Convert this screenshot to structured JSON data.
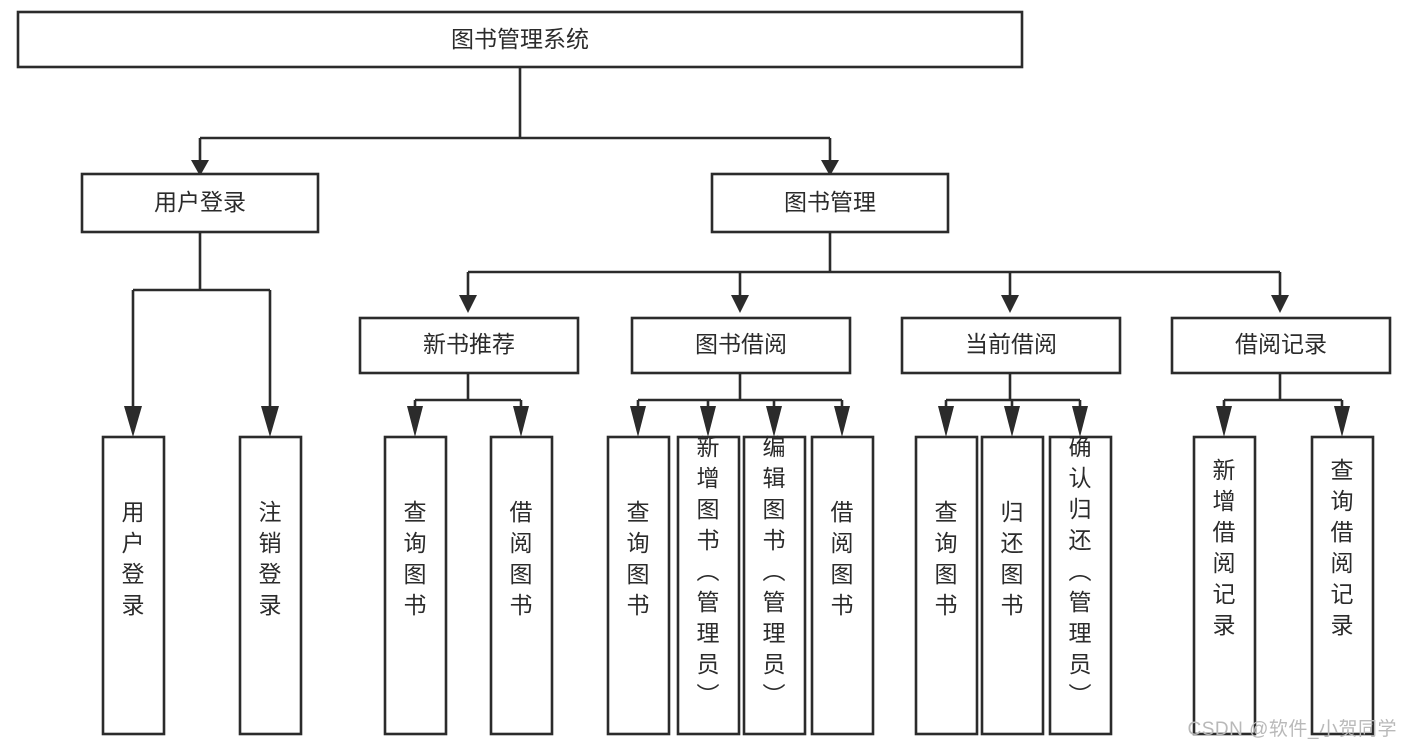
{
  "diagram": {
    "title": "图书管理系统",
    "type": "tree-hierarchy-chart",
    "watermark": "CSDN @软件_小贺同学",
    "colors": {
      "stroke": "#2b2b2b",
      "fill": "#ffffff",
      "background": "#ffffff",
      "watermark": "#b9b9b9"
    },
    "levels": {
      "root": "图书管理系统",
      "level2": [
        "用户登录",
        "图书管理"
      ],
      "level3": [
        "新书推荐",
        "图书借阅",
        "当前借阅",
        "借阅记录"
      ]
    },
    "nodes": {
      "root": {
        "label": "图书管理系统"
      },
      "user_login": {
        "label": "用户登录"
      },
      "book_manage": {
        "label": "图书管理"
      },
      "new_book_rec": {
        "label": "新书推荐"
      },
      "book_borrow": {
        "label": "图书借阅"
      },
      "current_borrow": {
        "label": "当前借阅"
      },
      "borrow_record": {
        "label": "借阅记录"
      },
      "leaf_user_login": {
        "label": "用户登录"
      },
      "leaf_logout": {
        "label": "注销登录"
      },
      "leaf_query_book_1": {
        "label": "查询图书"
      },
      "leaf_borrow_book_1": {
        "label": "借阅图书"
      },
      "leaf_query_book_2": {
        "label": "查询图书"
      },
      "leaf_add_book_admin": {
        "label": "新增图书（管理员）"
      },
      "leaf_edit_book_admin": {
        "label": "编辑图书（管理员）"
      },
      "leaf_borrow_book_2": {
        "label": "借阅图书"
      },
      "leaf_query_book_3": {
        "label": "查询图书"
      },
      "leaf_return_book": {
        "label": "归还图书"
      },
      "leaf_confirm_return_admin": {
        "label": "确认归还（管理员）"
      },
      "leaf_add_record": {
        "label": "新增借阅记录"
      },
      "leaf_query_record": {
        "label": "查询借阅记录"
      }
    },
    "edges": [
      {
        "from": "root",
        "to": "user_login"
      },
      {
        "from": "root",
        "to": "book_manage"
      },
      {
        "from": "user_login",
        "to": "leaf_user_login"
      },
      {
        "from": "user_login",
        "to": "leaf_logout"
      },
      {
        "from": "book_manage",
        "to": "new_book_rec"
      },
      {
        "from": "book_manage",
        "to": "book_borrow"
      },
      {
        "from": "book_manage",
        "to": "current_borrow"
      },
      {
        "from": "book_manage",
        "to": "borrow_record"
      },
      {
        "from": "new_book_rec",
        "to": "leaf_query_book_1"
      },
      {
        "from": "new_book_rec",
        "to": "leaf_borrow_book_1"
      },
      {
        "from": "book_borrow",
        "to": "leaf_query_book_2"
      },
      {
        "from": "book_borrow",
        "to": "leaf_add_book_admin"
      },
      {
        "from": "book_borrow",
        "to": "leaf_edit_book_admin"
      },
      {
        "from": "book_borrow",
        "to": "leaf_borrow_book_2"
      },
      {
        "from": "current_borrow",
        "to": "leaf_query_book_3"
      },
      {
        "from": "current_borrow",
        "to": "leaf_return_book"
      },
      {
        "from": "current_borrow",
        "to": "leaf_confirm_return_admin"
      },
      {
        "from": "borrow_record",
        "to": "leaf_add_record"
      },
      {
        "from": "borrow_record",
        "to": "leaf_query_record"
      }
    ]
  }
}
